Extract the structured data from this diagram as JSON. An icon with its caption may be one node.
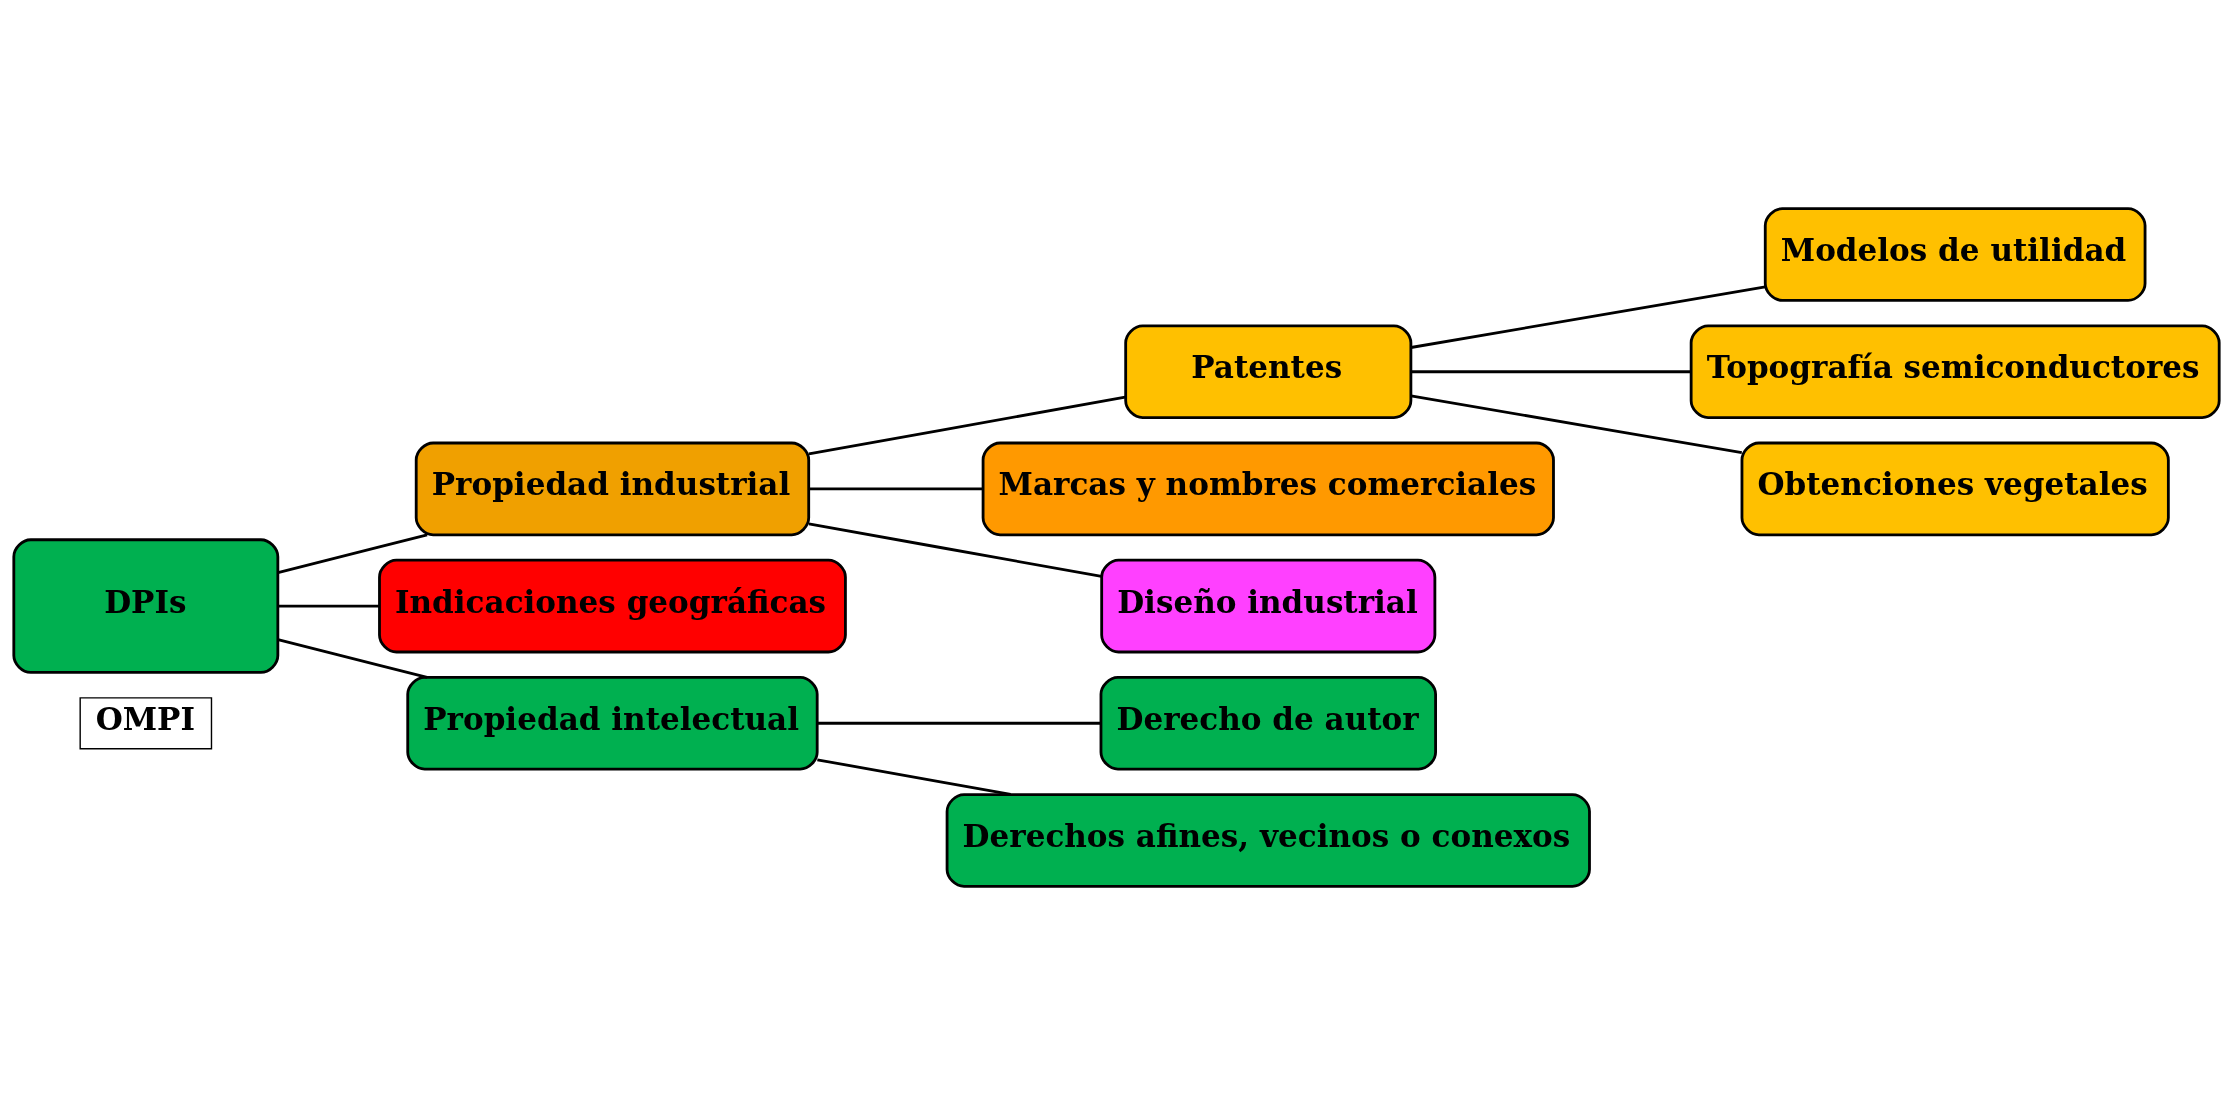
{
  "diagram": {
    "nodes": [
      {
        "text": [
          "DPIs"
        ]
      },
      {
        "text": [
          "OMPI"
        ]
      },
      {
        "text": [
          "Propiedad industrial"
        ]
      },
      {
        "text": [
          "Indicaciones geográficas"
        ]
      },
      {
        "text": [
          "Propiedad intelectual"
        ]
      },
      {
        "text": [
          "Patentes"
        ]
      },
      {
        "text": [
          "Marcas y nombres comerciales"
        ]
      },
      {
        "text": [
          "Diseño industrial"
        ]
      },
      {
        "text": [
          "Derecho de autor"
        ]
      },
      {
        "text": [
          "Derechos afines, vecinos o conexos"
        ]
      },
      {
        "text": [
          "Modelos de utilidad"
        ]
      },
      {
        "text": [
          "Topografía semiconductores"
        ]
      },
      {
        "text": [
          "Obtenciones vegetales"
        ]
      }
    ],
    "edges": [
      {
        "from": 0,
        "to": 2,
        "arrow": "none"
      },
      {
        "from": 0,
        "to": 3,
        "arrow": "none"
      },
      {
        "from": 0,
        "to": 4,
        "arrow": "none"
      },
      {
        "from": 2,
        "to": 5,
        "arrow": "none"
      },
      {
        "from": 2,
        "to": 6,
        "arrow": "none"
      },
      {
        "from": 2,
        "to": 7,
        "arrow": "none"
      },
      {
        "from": 4,
        "to": 8,
        "arrow": "none"
      },
      {
        "from": 4,
        "to": 9,
        "arrow": "none"
      },
      {
        "from": 5,
        "to": 10,
        "arrow": "none"
      },
      {
        "from": 5,
        "to": 11,
        "arrow": "none"
      },
      {
        "from": 5,
        "to": 12,
        "arrow": "none"
      }
    ]
  }
}
